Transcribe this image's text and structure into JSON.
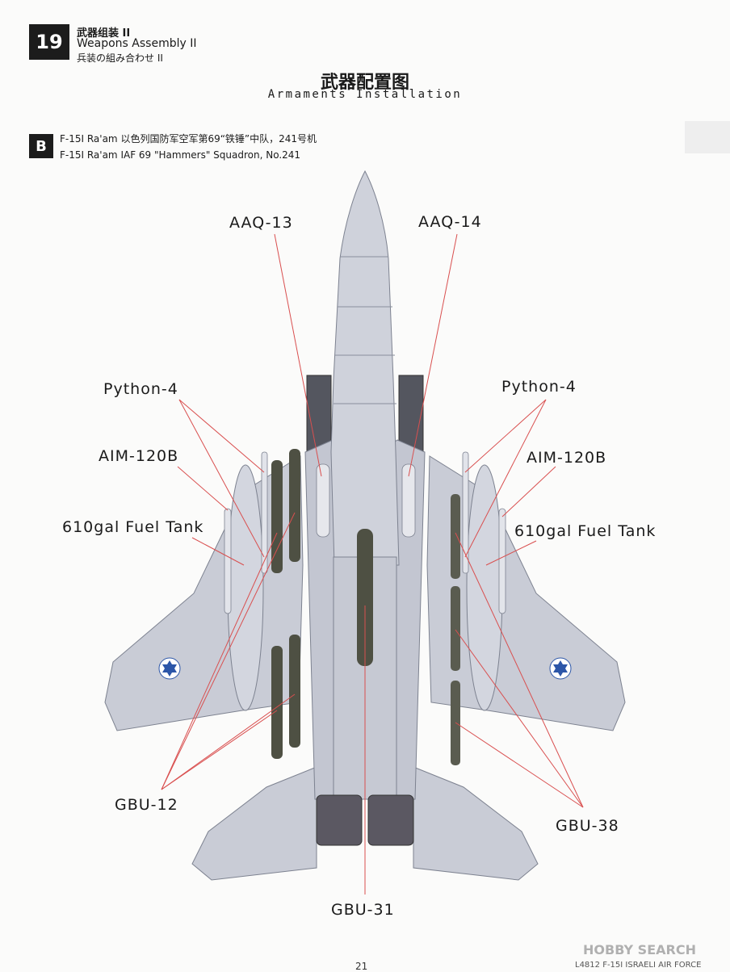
{
  "step": {
    "number": "19",
    "title_cn": "武器组装 II",
    "title_en": "Weapons Assembly II",
    "title_jp": "兵装の組み合わせ II"
  },
  "page_title": {
    "cn": "武器配置图",
    "en": "Armaments Installation"
  },
  "section": {
    "letter": "B",
    "caption_cn": "F-15I  Ra'am  以色列国防军空军第69“铁锤”中队，241号机",
    "caption_en": "F-15I  Ra'am IAF 69 \"Hammers\" Squadron, No.241"
  },
  "labels": {
    "aaq13": "AAQ-13",
    "aaq14": "AAQ-14",
    "python_left": "Python-4",
    "python_right": "Python-4",
    "aim_left": "AIM-120B",
    "aim_right": "AIM-120B",
    "tank_left": "610gal Fuel Tank",
    "tank_right": "610gal Fuel Tank",
    "gbu12": "GBU-12",
    "gbu38": "GBU-38",
    "gbu31": "GBU-31"
  },
  "footer": {
    "page_number": "21",
    "code": "L4812 F-15I ISRAELI AIR FORCE",
    "watermark": "HOBBY SEARCH"
  },
  "colors": {
    "leader_line": "#d94f4f",
    "airframe": "#c9ccd6",
    "airframe_dark": "#9ea3b0",
    "weapon": "#4e5043",
    "roundel": "#2c56a8"
  }
}
